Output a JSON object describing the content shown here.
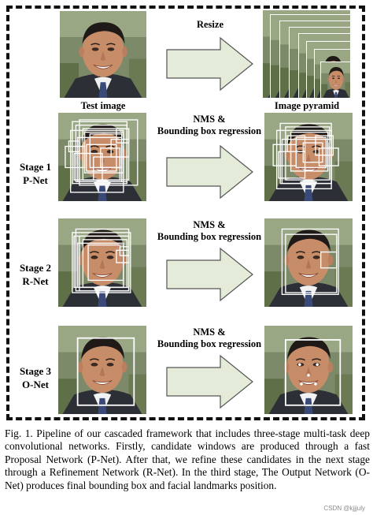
{
  "figure": {
    "top_left_label": "Test image",
    "top_right_label": "Image pyramid",
    "resize_label": "Resize",
    "stages": [
      {
        "line1": "Stage 1",
        "line2": "P-Net",
        "op_line1": "NMS &",
        "op_line2": "Bounding box regression"
      },
      {
        "line1": "Stage 2",
        "line2": "R-Net",
        "op_line1": "NMS &",
        "op_line2": "Bounding box regression"
      },
      {
        "line1": "Stage 3",
        "line2": "O-Net",
        "op_line1": "NMS &",
        "op_line2": "Bounding box regression"
      }
    ]
  },
  "caption": {
    "text": "Fig. 1.   Pipeline of our cascaded framework that includes three-stage multi-task deep convolutional networks. Firstly, candidate windows are produced through a fast Proposal Network (P-Net). After that, we refine these candidates in the next stage through a Refinement Network (R-Net). In the third stage, The Output Network (O-Net) produces final bounding box and facial landmarks position."
  },
  "watermark": "CSDN @kjjjuly",
  "colors": {
    "arrow_fill": "#e4ecd9",
    "arrow_stroke": "#555555",
    "box_stroke": "#ffffff"
  }
}
